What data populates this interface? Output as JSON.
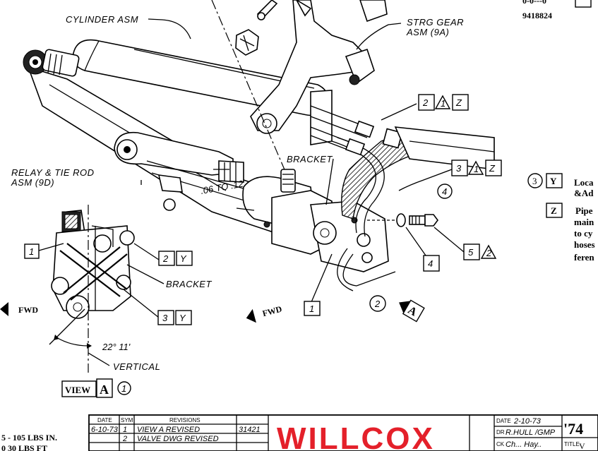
{
  "labels": {
    "top_partial": "9418824",
    "cylinder": "CYLINDER ASM",
    "strg_gear_1": "STRG GEAR",
    "strg_gear_2": "ASM (9A)",
    "bracket_top": "BRACKET",
    "bracket_side": "BRACKET",
    "relay_1": "RELAY & TIE ROD",
    "relay_2": "ASM (9D)",
    "dimension": ".06 TO .12",
    "angle": "22° 11'",
    "vertical": "VERTICAL",
    "fwd_left": "FWD",
    "fwd_center": "FWD",
    "view_word": "VIEW",
    "view_letter": "A",
    "view_sheet": "1"
  },
  "callouts": {
    "c2": "2",
    "c3": "3",
    "c4": "4",
    "c5": "5",
    "c1_left": "1",
    "c2y": "2",
    "c3y": "3",
    "c1_center": "1",
    "c4_circle": "4",
    "c2_circle": "2",
    "arrow_a": "A",
    "tri": "1",
    "z": "Z",
    "y": "Y"
  },
  "notes": {
    "line1_num": "3",
    "line1_box": "Y",
    "line1_text": "Loca",
    "line2_text": "&Ad",
    "line3_box": "Z",
    "line3_text": "Pipe",
    "line4_text": "main",
    "line5_text": "to cy",
    "line6_text": "hoses",
    "line7_text": "feren"
  },
  "torque": {
    "row1": "5 - 105  LBS IN.",
    "row2": "0   30   LBS FT"
  },
  "title_block": {
    "col_date": "DATE",
    "col_sym": "SYM",
    "col_rev": "REVISIONS",
    "rev1_date": "6-10-73",
    "rev1_sym": "1",
    "rev1_text": "VIEW A REVISED",
    "rev2_sym": "2",
    "rev2_text": "VALVE DWG REVISED",
    "rev_num": "31421",
    "brand": "WILLCOX",
    "date_label": "DATE",
    "date_value": "2-10-73",
    "dr_label": "DR",
    "dr_value": "R.HULL /GMP",
    "ck_label": "CK",
    "ck_value": "Ch... Hay..",
    "year": "'74",
    "title_label": "TITLE",
    "title_value": "V"
  }
}
